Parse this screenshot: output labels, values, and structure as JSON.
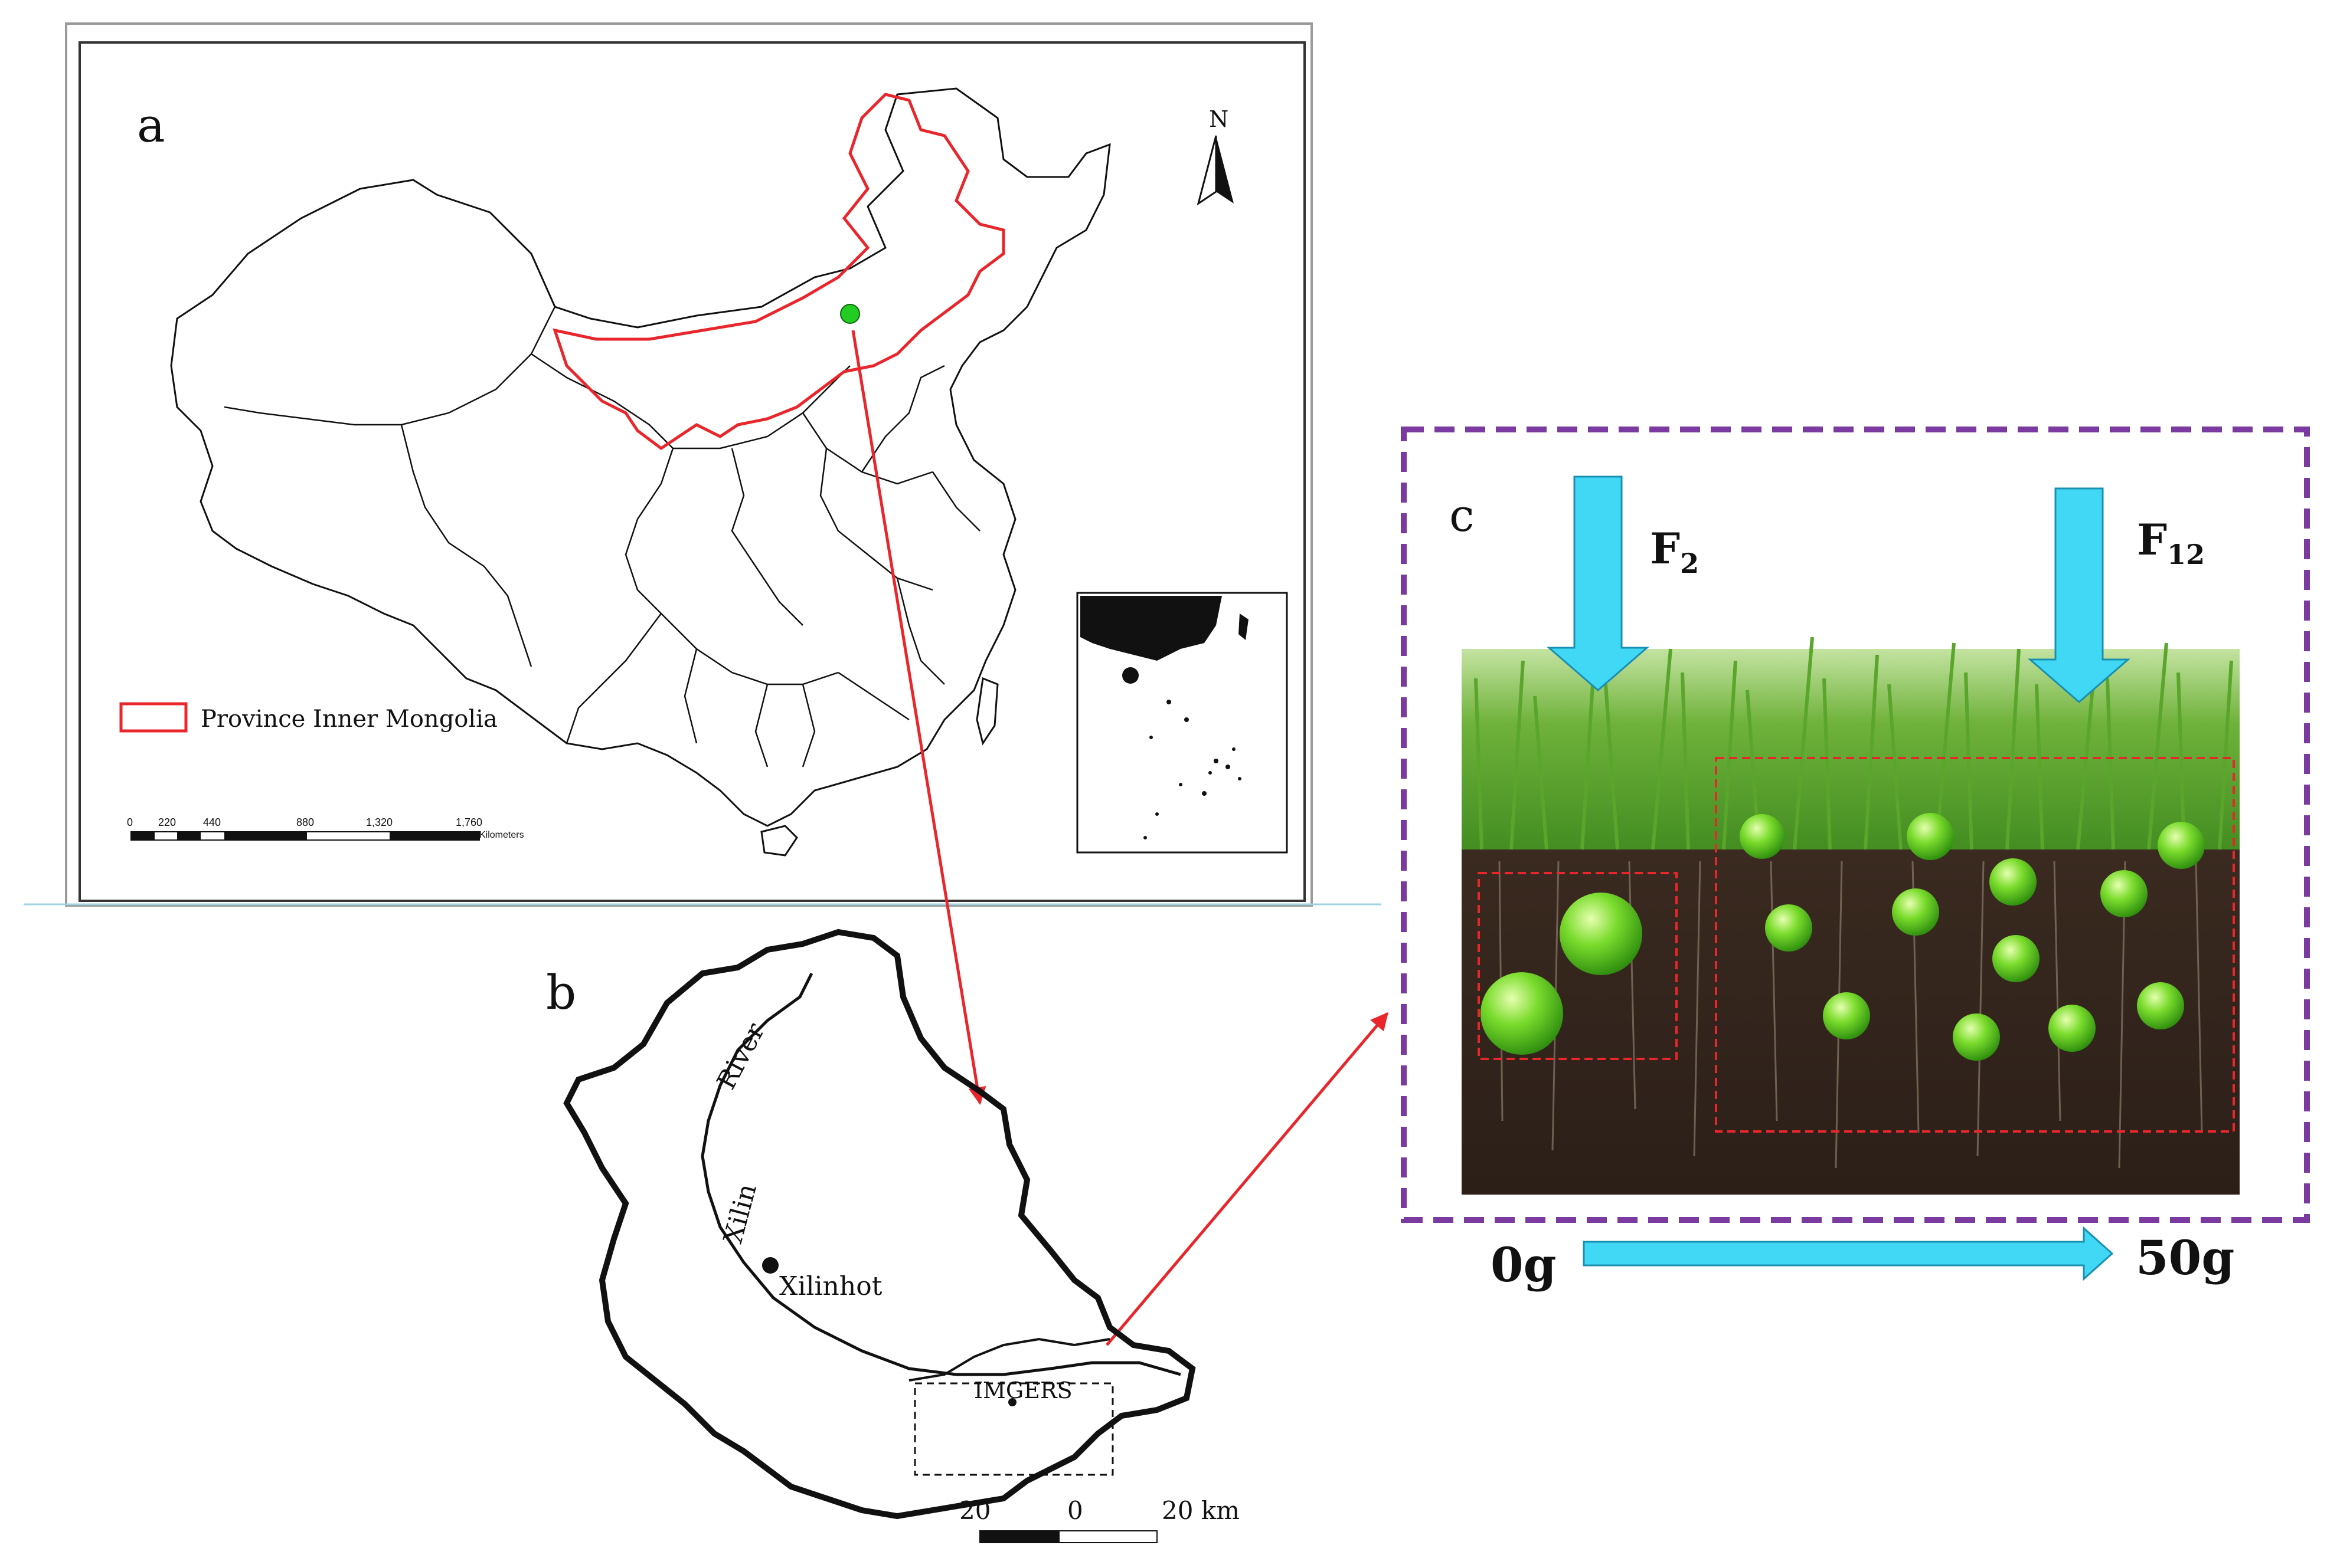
{
  "panels": {
    "a": {
      "letter": "a",
      "north_label": "N",
      "legend_label": "Province Inner Mongolia",
      "scale_ticks": [
        "0",
        "220",
        "440",
        "880",
        "1,320",
        "1,760"
      ],
      "scale_unit": "Kilometers"
    },
    "b": {
      "letter": "b",
      "river_label_1": "River",
      "river_label_2": "Xilin",
      "city_label": "Xilinhot",
      "station_label": "IMGERS",
      "scale_ticks": [
        "20",
        "0",
        "20 km"
      ]
    },
    "c": {
      "letter": "c",
      "arrow_left_label": "F",
      "arrow_left_sub": "2",
      "arrow_right_label": "F",
      "arrow_right_sub": "12",
      "gradient_start": "0g",
      "gradient_end": "50g"
    }
  },
  "colors": {
    "province_outline": "#e8262b",
    "connector_arrow": "#e8262b",
    "cyan_arrow": "#40d8f5",
    "panel_c_frame": "#7a3aa0",
    "site_marker": "#22cc22"
  }
}
